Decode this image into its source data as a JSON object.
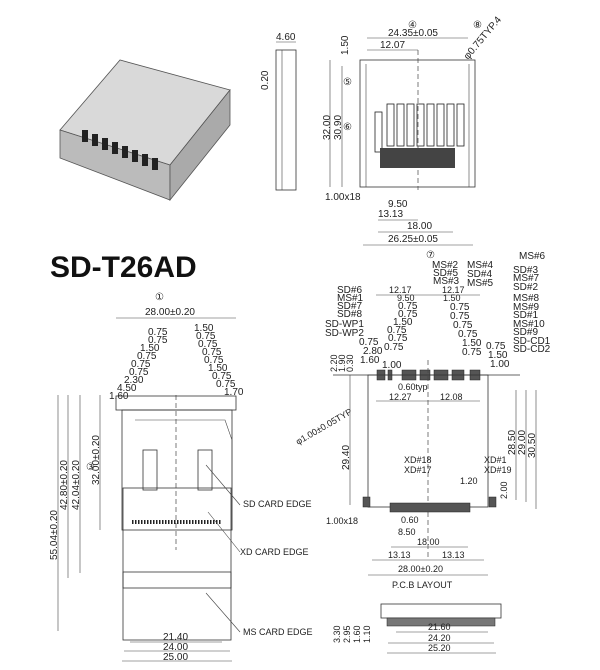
{
  "title": "SD-T26AD",
  "side_view": {
    "width": "4.60",
    "offset": "0.20"
  },
  "top_view": {
    "circle4": "④",
    "circle5": "⑤",
    "circle6": "⑥",
    "circle8": "⑧",
    "dim_width": "24.35±0.05",
    "dim_half": "12.07",
    "dim_hole": "φ0.75TYP.4",
    "dim_top": "1.50",
    "dim_height": "32.00",
    "dim_inner": "30.90",
    "dim_pitch": "1.00x18",
    "dim_950": "9.50",
    "dim_1313": "13.13",
    "dim_1800": "18.00",
    "dim_total": "26.25±0.05"
  },
  "front_view": {
    "circle1": "①",
    "circle3": "③",
    "dim_width": "28.00±0.20",
    "pin_dims_left": [
      "0.75",
      "0.75",
      "1.50",
      "0.75",
      "0.75",
      "0.75",
      "2.30",
      "4.50",
      "1.60"
    ],
    "pin_dims_right": [
      "1.50",
      "0.75",
      "0.75",
      "0.75",
      "0.75",
      "1.50",
      "0.75",
      "0.75",
      "1.70"
    ],
    "dim_v1": "55.04±0.20",
    "dim_v2": "42.80±0.20",
    "dim_v3": "42.04±0.20",
    "dim_v4": "32.00±0.20",
    "sd_edge": "SD CARD EDGE",
    "xd_edge": "XD CARD EDGE",
    "ms_edge": "MS CARD EDGE",
    "dim_b1": "21.40",
    "dim_b2": "24.00",
    "dim_b3": "25.00"
  },
  "pcb_layout": {
    "circle7": "⑦",
    "pins_left": [
      "SD#6",
      "MS#1",
      "SD#7",
      "SD#8",
      "SD-WP1",
      "SD-WP2"
    ],
    "pins_top": [
      "MS#2",
      "SD#5",
      "MS#3",
      "MS#4",
      "SD#4",
      "MS#5"
    ],
    "pins_right": [
      "MS#6",
      "SD#3",
      "MS#7",
      "SD#2",
      "MS#8",
      "MS#9",
      "SD#1",
      "MS#10",
      "SD#9",
      "SD-CD1",
      "SD-CD2"
    ],
    "dim_l1217": "12.17",
    "dim_r1217": "12.17",
    "dim_950": "9.50",
    "dim_150": "1.50",
    "inner_left": [
      "0.75",
      "0.75",
      "1.50",
      "0.75",
      "0.75",
      "0.75",
      "0.75",
      "2.80",
      "1.60",
      "1.00"
    ],
    "inner_right": [
      "0.75",
      "0.75",
      "0.75",
      "0.75",
      "1.50",
      "0.75",
      "0.75",
      "1.50",
      "1.00"
    ],
    "dim_v220": "2.20",
    "dim_v190": "1.90",
    "dim_v030": "0.30",
    "dim_hole": "φ1.00±0.05TYP",
    "dim_060typ": "0.60typ",
    "dim_1227": "12.27",
    "dim_1208": "12.08",
    "dim_2940": "29.40",
    "dim_2850": "28.50",
    "dim_2900": "29.00",
    "dim_3050": "30.50",
    "xd18": "XD#18",
    "xd17": "XD#17",
    "xd1": "XD#1",
    "xd19": "XD#19",
    "dim_120": "1.20",
    "dim_200": "2.00",
    "dim_pitch": "1.00x18",
    "dim_060": "0.60",
    "dim_850": "8.50",
    "dim_1800": "18.00",
    "dim_1313a": "13.13",
    "dim_1313b": "13.13",
    "dim_total": "28.00±0.20",
    "caption": "P.C.B LAYOUT"
  },
  "bottom_view": {
    "dim_v": [
      "3.30",
      "2.95",
      "1.60",
      "1.10"
    ],
    "dim_h": [
      "21.60",
      "24.20",
      "25.20"
    ]
  }
}
